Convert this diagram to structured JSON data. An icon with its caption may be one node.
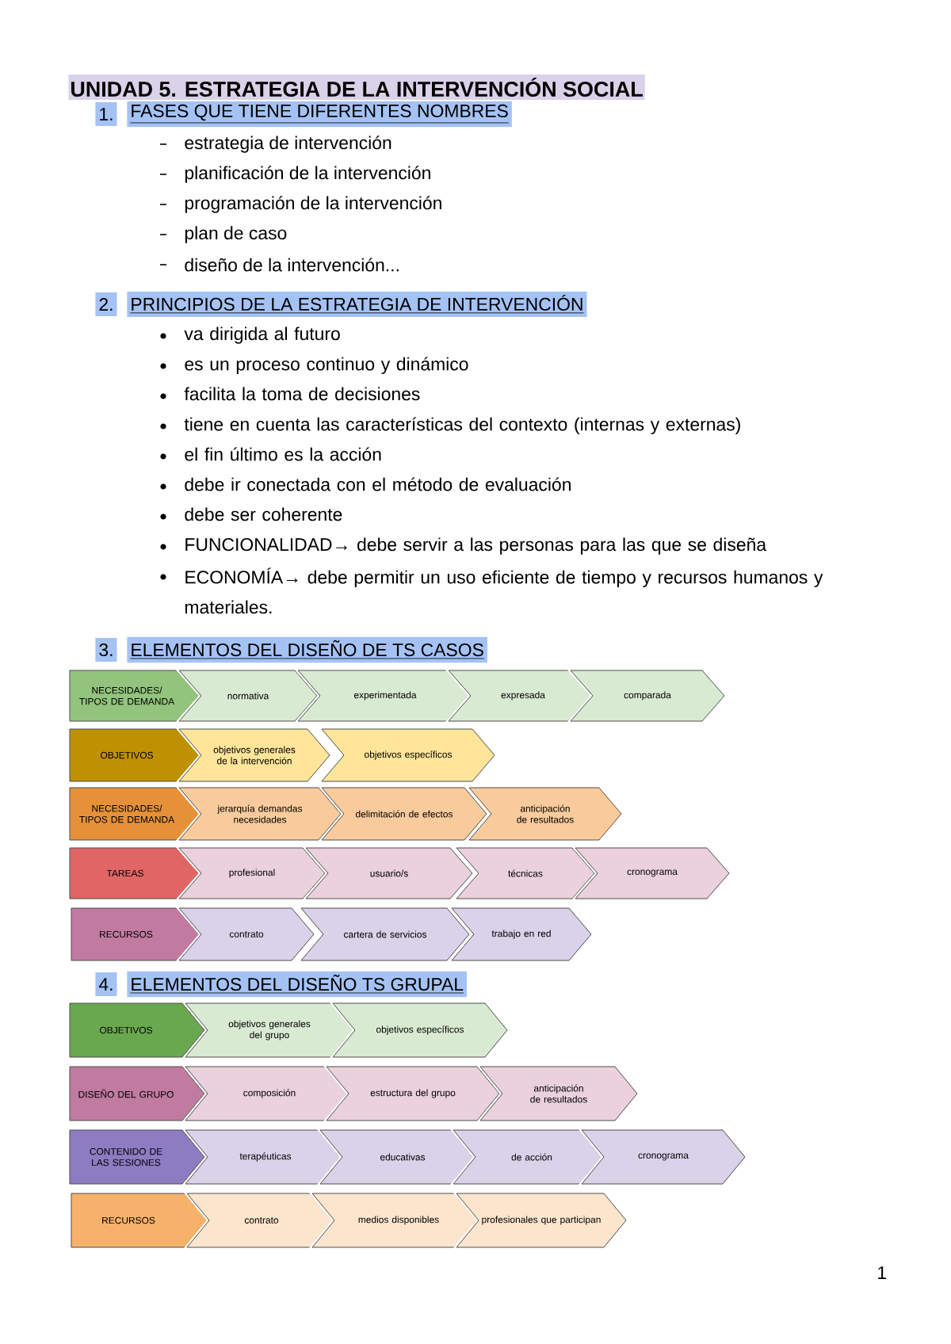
{
  "diagram": {
    "title": "UNIDAD 5. ESTRATEGIA DE LA INTERVENCIÓN SOCIAL",
    "nodes": [
      {
        "text": [
          "NECESIDADES/ TIPOS DE DEMANDA"
        ]
      },
      {
        "text": [
          "normativa"
        ]
      },
      {
        "text": [
          "experimentada"
        ]
      },
      {
        "text": [
          "expresada"
        ]
      },
      {
        "text": [
          "comparada"
        ]
      },
      {
        "text": [
          "OBJETIVOS"
        ]
      },
      {
        "text": [
          "objetivos generales de la intervención"
        ]
      },
      {
        "text": [
          "objetivos específicos"
        ]
      },
      {
        "text": [
          "NECESIDADES/ TIPOS DE DEMANDA"
        ]
      },
      {
        "text": [
          "jerarquía demandas necesidades"
        ]
      },
      {
        "text": [
          "delimitación de efectos"
        ]
      },
      {
        "text": [
          "anticipación de resultados"
        ]
      },
      {
        "text": [
          "TAREAS"
        ]
      },
      {
        "text": [
          "profesional"
        ]
      },
      {
        "text": [
          "usuario/s"
        ]
      },
      {
        "text": [
          "técnicas"
        ]
      },
      {
        "text": [
          "cronograma"
        ]
      },
      {
        "text": [
          "RECURSOS"
        ]
      },
      {
        "text": [
          "contrato"
        ]
      },
      {
        "text": [
          "cartera de servicios"
        ]
      },
      {
        "text": [
          "trabajo en red"
        ]
      },
      {
        "text": [
          "OBJETIVOS"
        ]
      },
      {
        "text": [
          "objetivos generales del grupo"
        ]
      },
      {
        "text": [
          "objetivos específicos"
        ]
      },
      {
        "text": [
          "DISEÑO DEL GRUPO"
        ]
      },
      {
        "text": [
          "composición"
        ]
      },
      {
        "text": [
          "estructura del grupo"
        ]
      },
      {
        "text": [
          "anticipación de resultados"
        ]
      },
      {
        "text": [
          "CONTENIDO DE LAS SESIONES"
        ]
      },
      {
        "text": [
          "terapéuticas"
        ]
      },
      {
        "text": [
          "educativas"
        ]
      },
      {
        "text": [
          "de acción"
        ]
      },
      {
        "text": [
          "cronograma"
        ]
      },
      {
        "text": [
          "RECURSOS"
        ]
      },
      {
        "text": [
          "contrato"
        ]
      },
      {
        "text": [
          "medios disponibles"
        ]
      },
      {
        "text": [
          "profesionales que participan"
        ]
      }
    ],
    "labels": [
      "1.",
      "FASES QUE TIENE DIFERENTES NOMBRES",
      "estrategia de intervención",
      "planificación de la intervención",
      "programación de la intervención",
      "plan de caso",
      "diseño de la intervención...",
      "2.",
      "PRINCIPIOS DE LA ESTRATEGIA DE INTERVENCIÓN",
      "va dirigida al futuro",
      "es un proceso continuo y dinámico",
      "facilita la toma de decisiones",
      "tiene en cuenta las características del contexto (internas y externas)",
      "el fin último es la acción",
      "debe ir conectada con el método de evaluación",
      "debe ser coherente",
      "FUNCIONALIDAD→ debe servir a las personas para las que se diseña",
      "ECONOMÍA→ debe permitir un uso eficiente de tiempo y recursos humanos y materiales.",
      "3.",
      "ELEMENTOS DEL DISEÑO DE TS CASOS",
      "4.",
      "ELEMENTOS DEL DISEÑO TS GRUPAL",
      "1"
    ]
  }
}
